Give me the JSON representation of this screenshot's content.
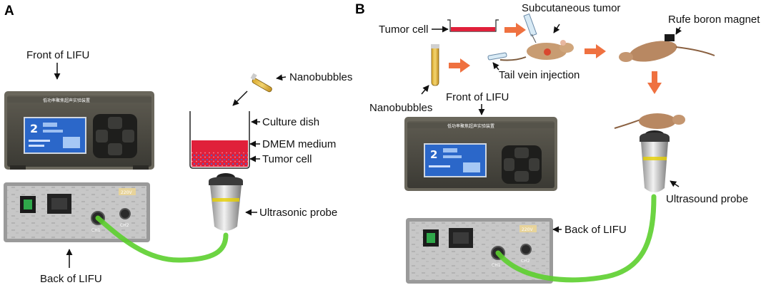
{
  "panels": {
    "a": {
      "letter": "A",
      "labels": {
        "front": "Front of LIFU",
        "back": "Back of LIFU",
        "nanobubbles": "Nanobubbles",
        "culture_dish": "Culture dish",
        "dmem": "DMEM medium",
        "tumor_cell": "Tumor cell",
        "probe": "Ultrasonic probe"
      }
    },
    "b": {
      "letter": "B",
      "labels": {
        "tumor_cell": "Tumor cell",
        "subcutaneous": "Subcutaneous tumor",
        "magnet": "Rufe boron magnet",
        "nanobubbles": "Nanobubbles",
        "tail_vein": "Tail vein injection",
        "front": "Front of LIFU",
        "probe": "Ultrasound probe",
        "back": "Back of LIFU"
      }
    }
  },
  "device": {
    "panel_title": "低功率聚焦超声实验装置",
    "screen_number": "2",
    "plate_tag": "220V",
    "channel_labels": [
      "CH1",
      "CH2"
    ]
  },
  "colors": {
    "arrow_orange": "#ef7140",
    "cable_green": "#5ccf2e",
    "medium_red": "#e0203a",
    "screen_blue": "#2b67c9",
    "device_front": "#4a4840",
    "device_back": "#c9c9c9"
  }
}
